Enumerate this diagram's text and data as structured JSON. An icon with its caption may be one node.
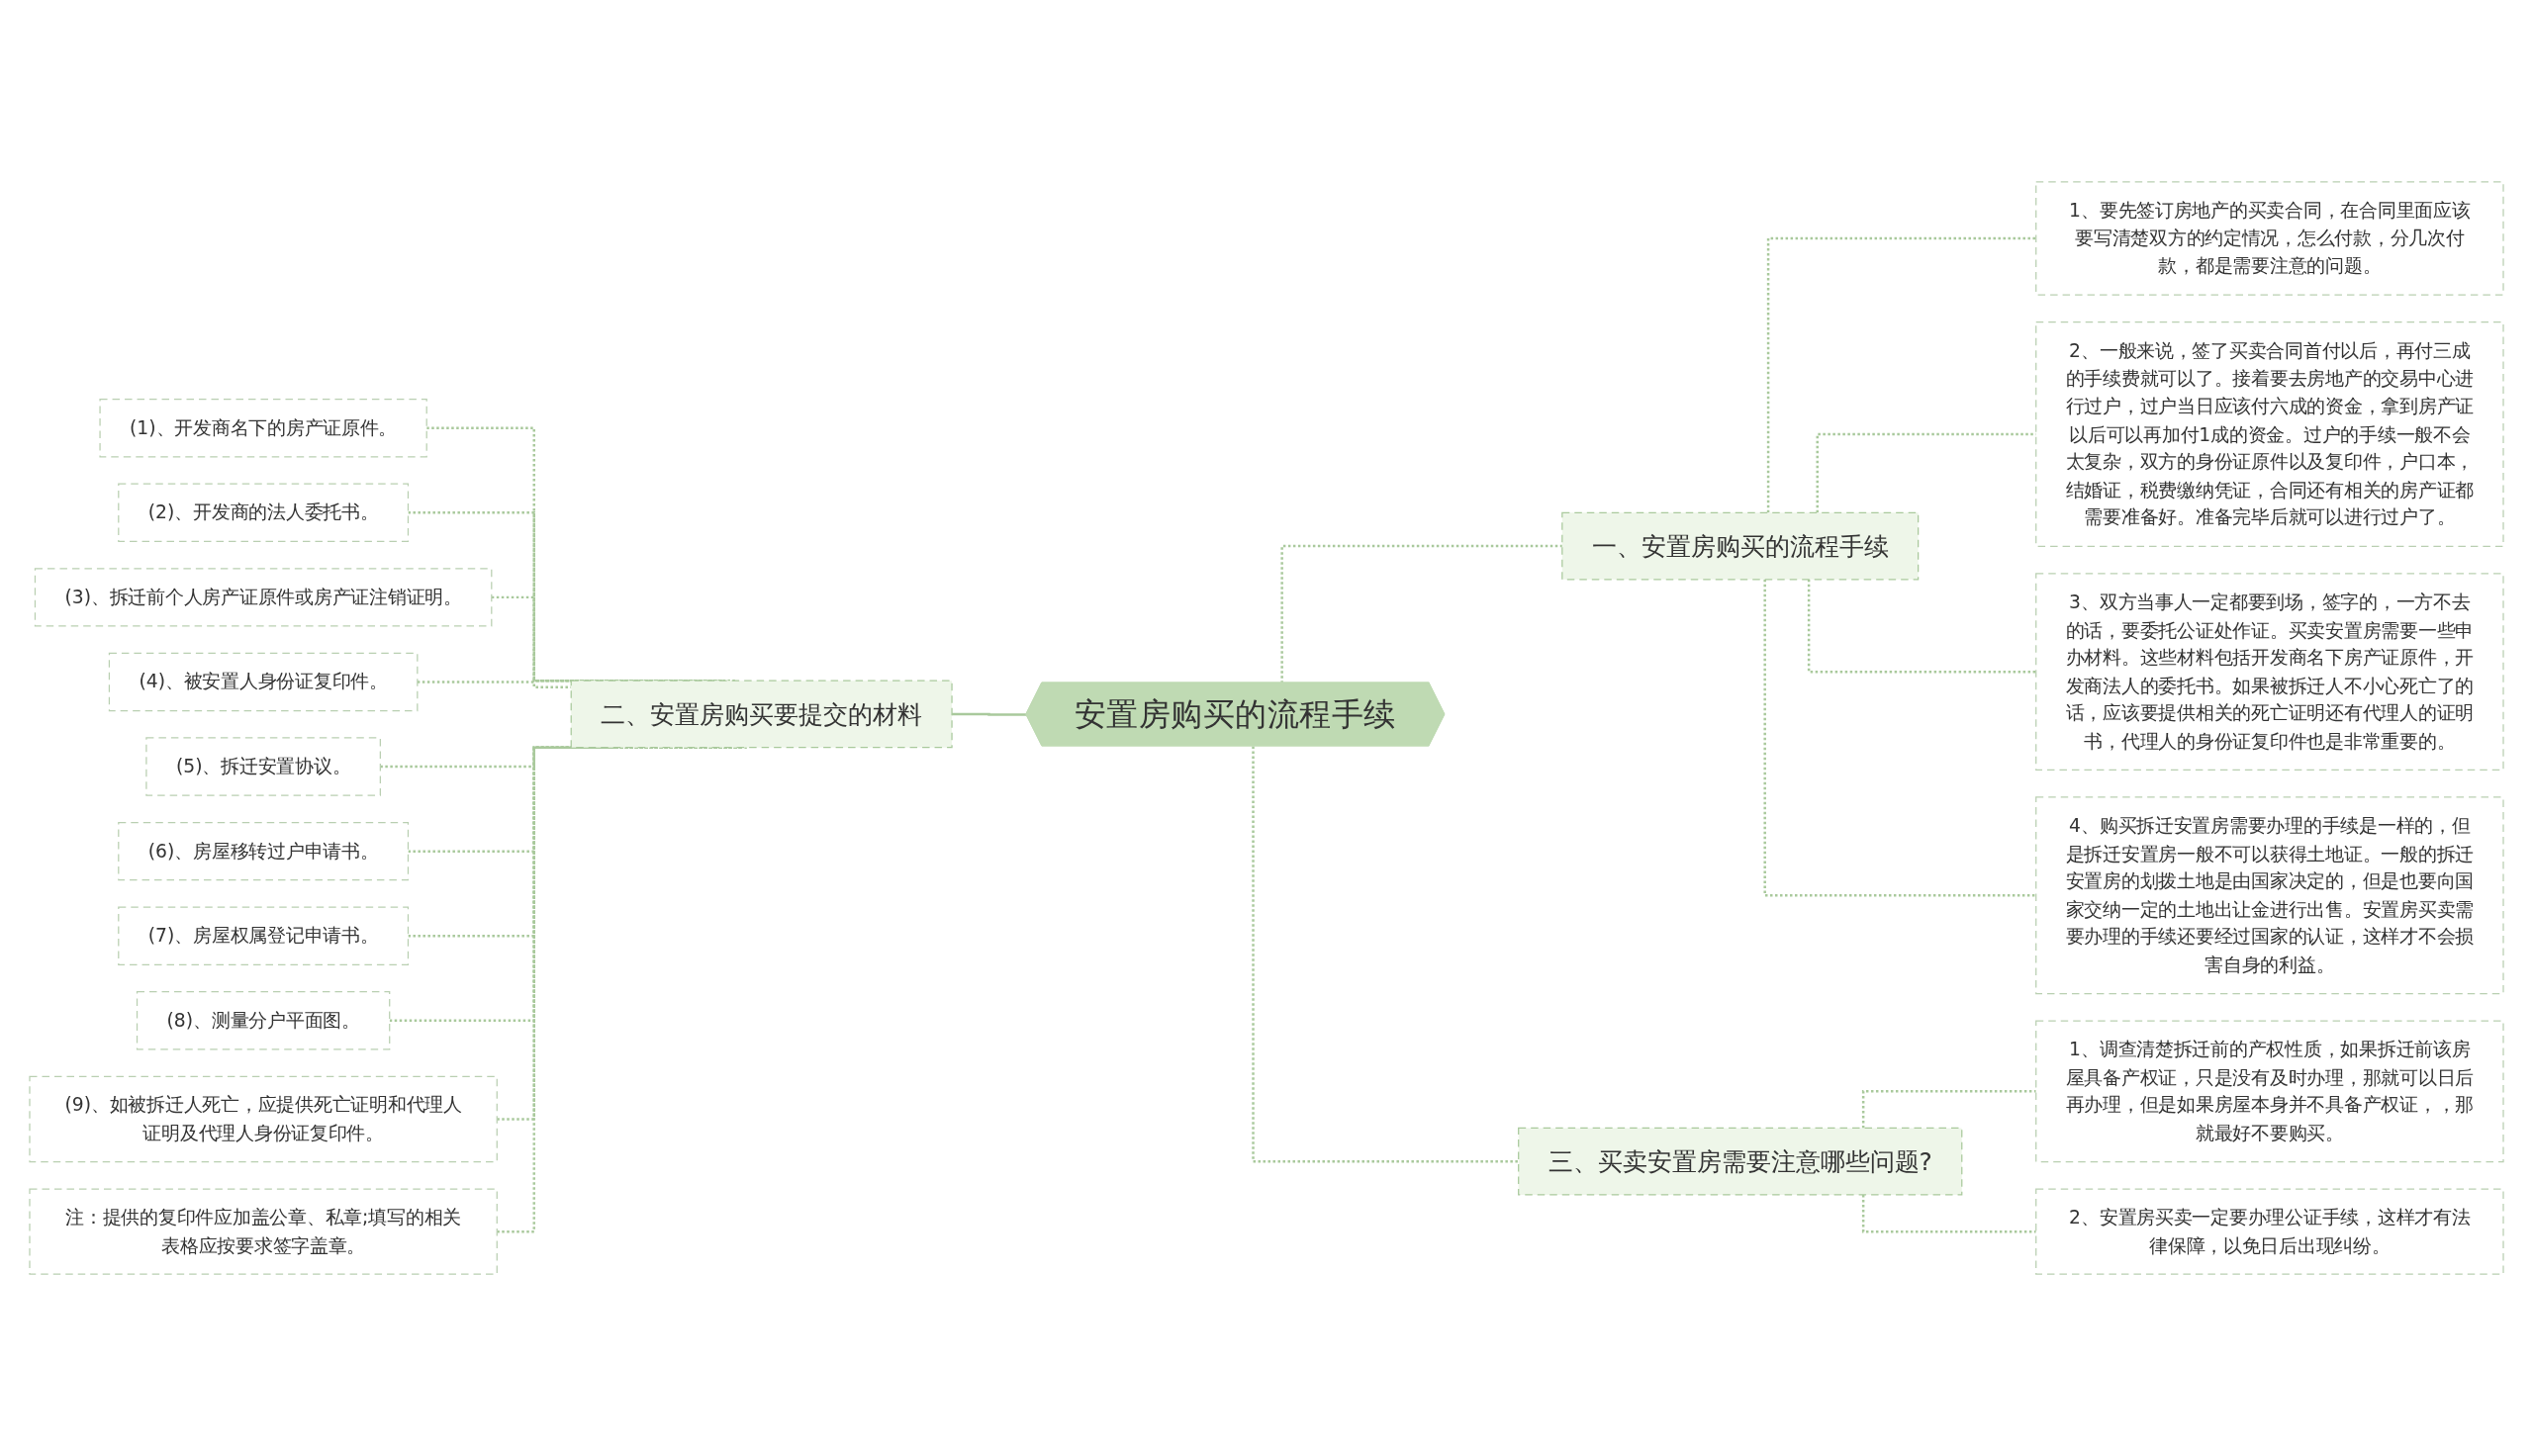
{
  "diagram": {
    "nodes": [
      {
        "text": [
          "安置房购买的流程手续"
        ]
      },
      {
        "text": [
          "一、安置房购买的流程手续"
        ]
      },
      {
        "text": [
          "1、要先签订房地产的买卖合同，在合同里面应该要写清楚双方的约定情况，怎么付款，分几次付款，都是需要注意的问题。"
        ]
      },
      {
        "text": [
          "2、一般来说，签了买卖合同首付以后，再付三成的手续费就可以了。接着要去房地产的交易中心进行过户，过户当日应该付六成的资金，拿到房产证以后可以再加付1成的资金。过户的手续一般不会太复杂，双方的身份证原件以及复印件，户口本，结婚证，税费缴纳凭证，合同还有相关的房产证都需要准备好。准备完毕后就可以进行过户了。"
        ]
      },
      {
        "text": [
          "3、双方当事人一定都要到场，签字的，一方不去的话，要委托公证处作证。买卖安置房需要一些申办材料。这些材料包括开发商名下房产证原件，开发商法人的委托书。如果被拆迁人不小心死亡了的话，应该要提供相关的死亡证明还有代理人的证明书，代理人的身份证复印件也是非常重要的。"
        ]
      },
      {
        "text": [
          "4、购买拆迁安置房需要办理的手续是一样的，但是拆迁安置房一般不可以获得土地证。一般的拆迁安置房的划拨土地是由国家决定的，但是也要向国家交纳一定的土地出让金进行出售。安置房买卖需要办理的手续还要经过国家的认证，这样才不会损害自身的利益。"
        ]
      },
      {
        "text": [
          "二、安置房购买要提交的材料"
        ]
      },
      {
        "text": [
          "(1)、开发商名下的房产证原件。"
        ]
      },
      {
        "text": [
          "(2)、开发商的法人委托书。"
        ]
      },
      {
        "text": [
          "(3)、拆迁前个人房产证原件或房产证注销证明。"
        ]
      },
      {
        "text": [
          "(4)、被安置人身份证复印件。"
        ]
      },
      {
        "text": [
          "(5)、拆迁安置协议。"
        ]
      },
      {
        "text": [
          "(6)、房屋移转过户申请书。"
        ]
      },
      {
        "text": [
          "(7)、房屋权属登记申请书。"
        ]
      },
      {
        "text": [
          "(8)、测量分户平面图。"
        ]
      },
      {
        "text": [
          "(9)、如被拆迁人死亡，应提供死亡证明和代理人证明及代理人身份证复印件。"
        ]
      },
      {
        "text": [
          "注：提供的复印件应加盖公章、私章;填写的相关表格应按要求签字盖章。"
        ]
      },
      {
        "text": [
          "三、买卖安置房需要注意哪些问题?"
        ]
      },
      {
        "text": [
          "1、调查清楚拆迁前的产权性质，如果拆迁前该房屋具备产权证，只是没有及时办理，那就可以日后再办理，但是如果房屋本身并不具备产权证，，那就最好不要购买。"
        ]
      },
      {
        "text": [
          "2、安置房买卖一定要办理公证手续，这样才有法律保障，以免日后出现纠纷。"
        ]
      }
    ],
    "edges": [
      {
        "from": 0,
        "to": 1,
        "arrow": "none",
        "style": "dashed"
      },
      {
        "from": 1,
        "to": 2,
        "arrow": "none",
        "style": "dashed"
      },
      {
        "from": 1,
        "to": 3,
        "arrow": "none",
        "style": "dashed"
      },
      {
        "from": 1,
        "to": 4,
        "arrow": "none",
        "style": "dashed"
      },
      {
        "from": 1,
        "to": 5,
        "arrow": "none",
        "style": "dashed"
      },
      {
        "from": 6,
        "to": 0,
        "arrow": "none"
      },
      {
        "from": 7,
        "to": 6,
        "arrow": "none",
        "style": "dashed"
      },
      {
        "from": 8,
        "to": 6,
        "arrow": "none",
        "style": "dashed"
      },
      {
        "from": 9,
        "to": 6,
        "arrow": "none",
        "style": "dashed"
      },
      {
        "from": 10,
        "to": 6,
        "arrow": "none",
        "style": "dashed"
      },
      {
        "from": 11,
        "to": 6,
        "arrow": "none",
        "style": "dashed"
      },
      {
        "from": 12,
        "to": 6,
        "arrow": "none",
        "style": "dashed"
      },
      {
        "from": 13,
        "to": 6,
        "arrow": "none",
        "style": "dashed"
      },
      {
        "from": 14,
        "to": 6,
        "arrow": "none",
        "style": "dashed"
      },
      {
        "from": 15,
        "to": 6,
        "arrow": "none",
        "style": "dashed"
      },
      {
        "from": 16,
        "to": 6,
        "arrow": "none",
        "style": "dashed"
      },
      {
        "from": 0,
        "to": 17,
        "arrow": "none",
        "style": "dashed"
      },
      {
        "from": 17,
        "to": 18,
        "arrow": "none",
        "style": "dashed"
      },
      {
        "from": 17,
        "to": 19,
        "arrow": "none",
        "style": "dashed"
      }
    ]
  }
}
